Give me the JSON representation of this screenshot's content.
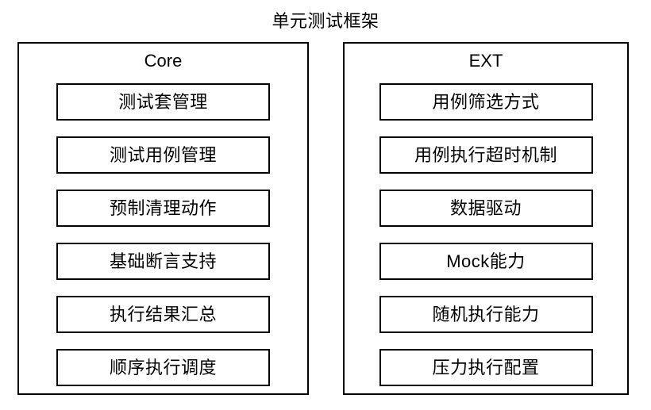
{
  "diagram": {
    "title": "单元测试框架",
    "panels": [
      {
        "id": "core",
        "title": "Core",
        "items": [
          {
            "label": "测试套管理"
          },
          {
            "label": "测试用例管理"
          },
          {
            "label": "预制清理动作"
          },
          {
            "label": "基础断言支持"
          },
          {
            "label": "执行结果汇总"
          },
          {
            "label": "顺序执行调度"
          }
        ]
      },
      {
        "id": "ext",
        "title": "EXT",
        "items": [
          {
            "label": "用例筛选方式"
          },
          {
            "label": "用例执行超时机制"
          },
          {
            "label": "数据驱动"
          },
          {
            "label": "Mock能力"
          },
          {
            "label": "随机执行能力"
          },
          {
            "label": "压力执行配置"
          }
        ]
      }
    ],
    "colors": {
      "background": "#ffffff",
      "stroke": "#000000",
      "text": "#000000"
    }
  }
}
